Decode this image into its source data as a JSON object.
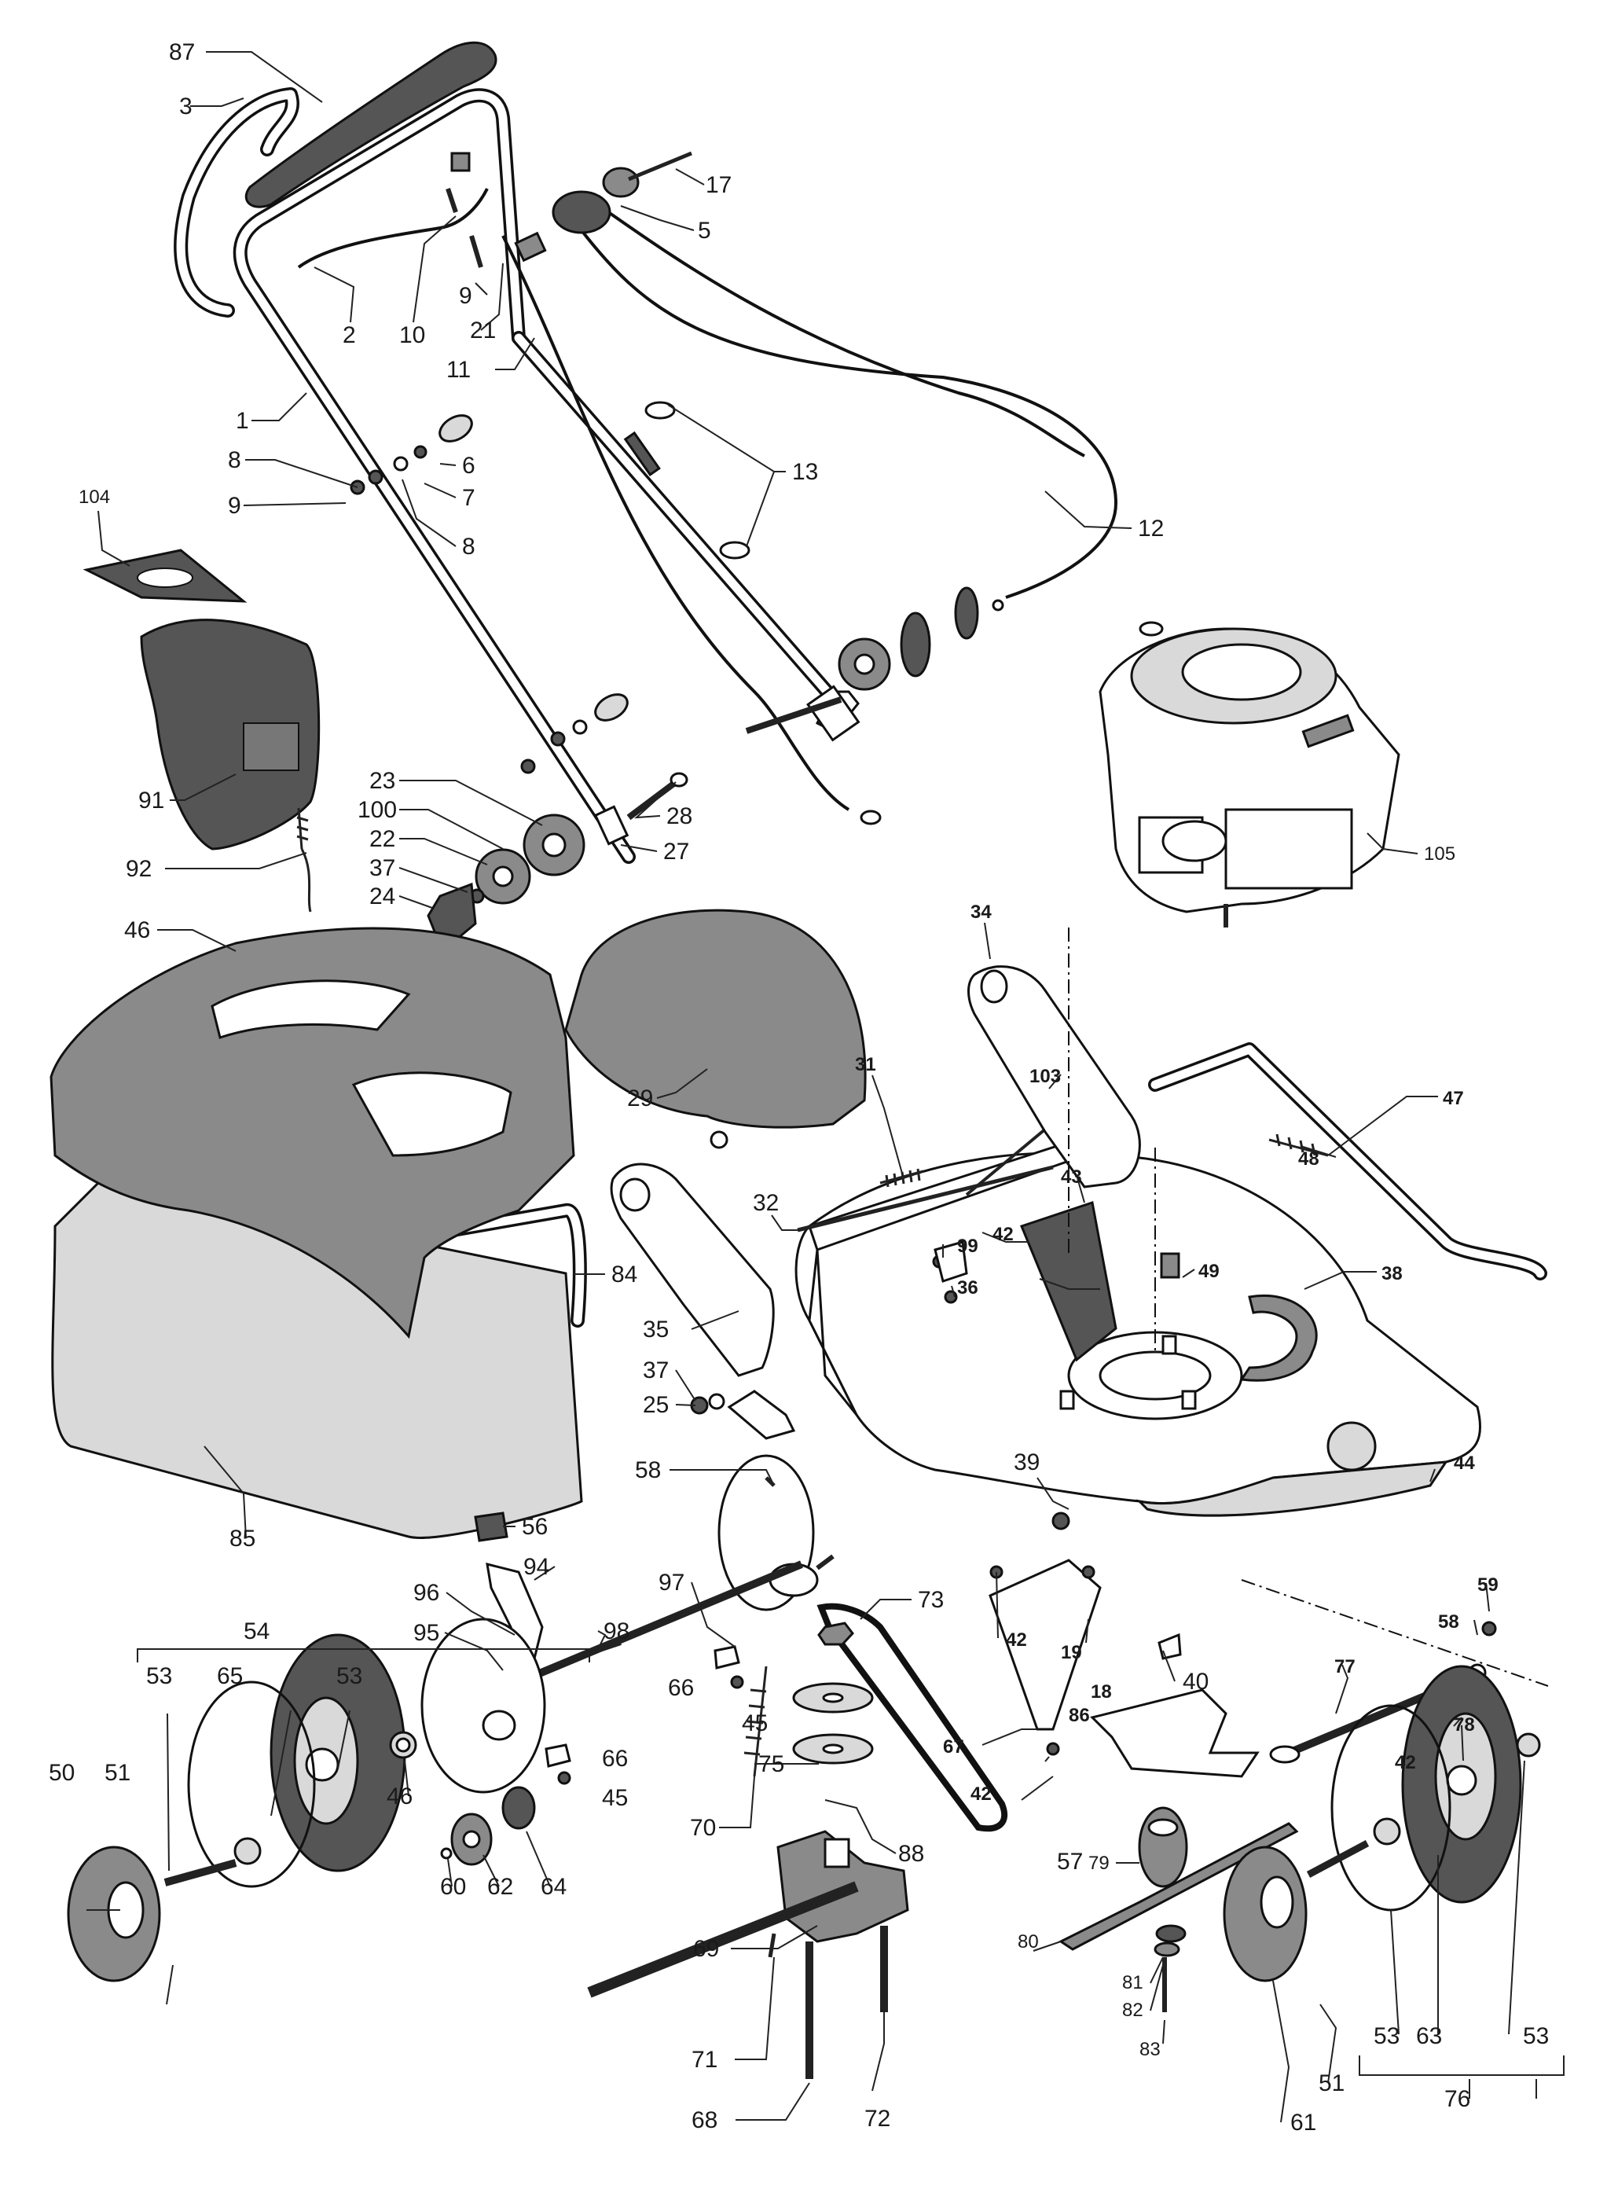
{
  "labels": [
    {
      "id": "87",
      "text": "87"
    },
    {
      "id": "3",
      "text": "3"
    },
    {
      "id": "17",
      "text": "17"
    },
    {
      "id": "5",
      "text": "5"
    },
    {
      "id": "9a",
      "text": "9"
    },
    {
      "id": "2",
      "text": "2"
    },
    {
      "id": "10",
      "text": "10"
    },
    {
      "id": "21",
      "text": "21"
    },
    {
      "id": "11",
      "text": "11"
    },
    {
      "id": "1",
      "text": "1"
    },
    {
      "id": "8a",
      "text": "8"
    },
    {
      "id": "6",
      "text": "6"
    },
    {
      "id": "7",
      "text": "7"
    },
    {
      "id": "9b",
      "text": "9"
    },
    {
      "id": "8b",
      "text": "8"
    },
    {
      "id": "13",
      "text": "13"
    },
    {
      "id": "104",
      "text": "104"
    },
    {
      "id": "12",
      "text": "12"
    },
    {
      "id": "91",
      "text": "91"
    },
    {
      "id": "23",
      "text": "23"
    },
    {
      "id": "100",
      "text": "100"
    },
    {
      "id": "22",
      "text": "22"
    },
    {
      "id": "37a",
      "text": "37"
    },
    {
      "id": "24",
      "text": "24"
    },
    {
      "id": "28",
      "text": "28"
    },
    {
      "id": "27",
      "text": "27"
    },
    {
      "id": "92",
      "text": "92"
    },
    {
      "id": "105",
      "text": "105"
    },
    {
      "id": "46a",
      "text": "46"
    },
    {
      "id": "34",
      "text": "34"
    },
    {
      "id": "103",
      "text": "103"
    },
    {
      "id": "47",
      "text": "47"
    },
    {
      "id": "29",
      "text": "29"
    },
    {
      "id": "31",
      "text": "31"
    },
    {
      "id": "48",
      "text": "48"
    },
    {
      "id": "43",
      "text": "43"
    },
    {
      "id": "32",
      "text": "32"
    },
    {
      "id": "42a",
      "text": "42"
    },
    {
      "id": "99",
      "text": "99"
    },
    {
      "id": "49",
      "text": "49"
    },
    {
      "id": "38",
      "text": "38"
    },
    {
      "id": "84",
      "text": "84"
    },
    {
      "id": "36",
      "text": "36"
    },
    {
      "id": "35",
      "text": "35"
    },
    {
      "id": "37b",
      "text": "37"
    },
    {
      "id": "25",
      "text": "25"
    },
    {
      "id": "39",
      "text": "39"
    },
    {
      "id": "44",
      "text": "44"
    },
    {
      "id": "58a",
      "text": "58"
    },
    {
      "id": "85",
      "text": "85"
    },
    {
      "id": "56",
      "text": "56"
    },
    {
      "id": "94",
      "text": "94"
    },
    {
      "id": "97",
      "text": "97"
    },
    {
      "id": "96",
      "text": "96"
    },
    {
      "id": "59",
      "text": "59"
    },
    {
      "id": "58b",
      "text": "58"
    },
    {
      "id": "54",
      "text": "54"
    },
    {
      "id": "95",
      "text": "95"
    },
    {
      "id": "98",
      "text": "98"
    },
    {
      "id": "42b",
      "text": "42"
    },
    {
      "id": "19",
      "text": "19"
    },
    {
      "id": "77",
      "text": "77"
    },
    {
      "id": "53a",
      "text": "53"
    },
    {
      "id": "65",
      "text": "65"
    },
    {
      "id": "53b",
      "text": "53"
    },
    {
      "id": "66a",
      "text": "66"
    },
    {
      "id": "73",
      "text": "73"
    },
    {
      "id": "18",
      "text": "18"
    },
    {
      "id": "86",
      "text": "86"
    },
    {
      "id": "78",
      "text": "78"
    },
    {
      "id": "45a",
      "text": "45"
    },
    {
      "id": "40",
      "text": "40"
    },
    {
      "id": "67",
      "text": "67"
    },
    {
      "id": "42c",
      "text": "42"
    },
    {
      "id": "46b",
      "text": "46"
    },
    {
      "id": "66b",
      "text": "66"
    },
    {
      "id": "50",
      "text": "50"
    },
    {
      "id": "51a",
      "text": "51"
    },
    {
      "id": "75",
      "text": "75"
    },
    {
      "id": "45b",
      "text": "45"
    },
    {
      "id": "42d",
      "text": "42"
    },
    {
      "id": "70",
      "text": "70"
    },
    {
      "id": "57",
      "text": "57"
    },
    {
      "id": "88",
      "text": "88"
    },
    {
      "id": "79",
      "text": "79"
    },
    {
      "id": "60",
      "text": "60"
    },
    {
      "id": "62",
      "text": "62"
    },
    {
      "id": "64",
      "text": "64"
    },
    {
      "id": "69",
      "text": "69"
    },
    {
      "id": "80",
      "text": "80"
    },
    {
      "id": "81",
      "text": "81"
    },
    {
      "id": "82",
      "text": "82"
    },
    {
      "id": "53c",
      "text": "53"
    },
    {
      "id": "63",
      "text": "63"
    },
    {
      "id": "53d",
      "text": "53"
    },
    {
      "id": "83",
      "text": "83"
    },
    {
      "id": "71",
      "text": "71"
    },
    {
      "id": "51b",
      "text": "51"
    },
    {
      "id": "76",
      "text": "76"
    },
    {
      "id": "68",
      "text": "68"
    },
    {
      "id": "72",
      "text": "72"
    },
    {
      "id": "61",
      "text": "61"
    }
  ],
  "colors": {
    "line": "#111111",
    "shade_dark": "#555555",
    "shade_mid": "#8a8a8a",
    "shade_light": "#d9d9d9",
    "background": "#ffffff"
  }
}
